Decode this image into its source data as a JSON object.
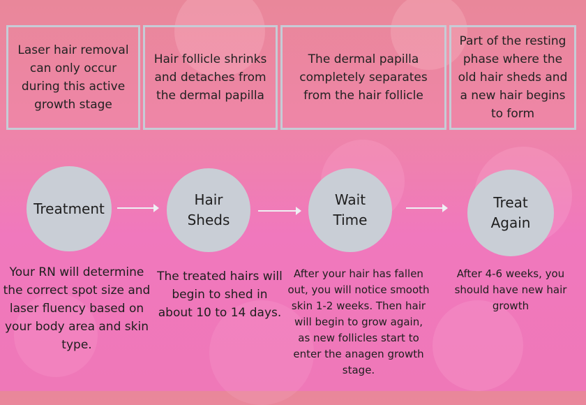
{
  "top_boxes": [
    "Laser hair removal can only occur during this active growth stage",
    "Hair follicle shrinks and detaches from the dermal papilla",
    "The dermal papilla completely separates from the hair follicle",
    "Part of the resting phase where the old hair sheds and a new hair begins to form"
  ],
  "steps": [
    {
      "title": "Treatment",
      "description": "Your RN will determine the correct spot size and laser fluency based on your body area and skin type."
    },
    {
      "title": "Hair Sheds",
      "description": "The treated hairs will begin to shed in about 10 to 14 days."
    },
    {
      "title": "Wait Time",
      "description": "After your hair has fallen out, you will notice smooth skin 1-2 weeks. Then hair will begin to grow again, as new follicles start to enter the anagen growth stage."
    },
    {
      "title": "Treat Again",
      "description": "After 4-6 weeks, you should have new hair growth"
    }
  ],
  "colors": {
    "box_border": "#c6ccd6",
    "circle_fill": "#c9ced6",
    "arrow": "#eef0f4"
  }
}
